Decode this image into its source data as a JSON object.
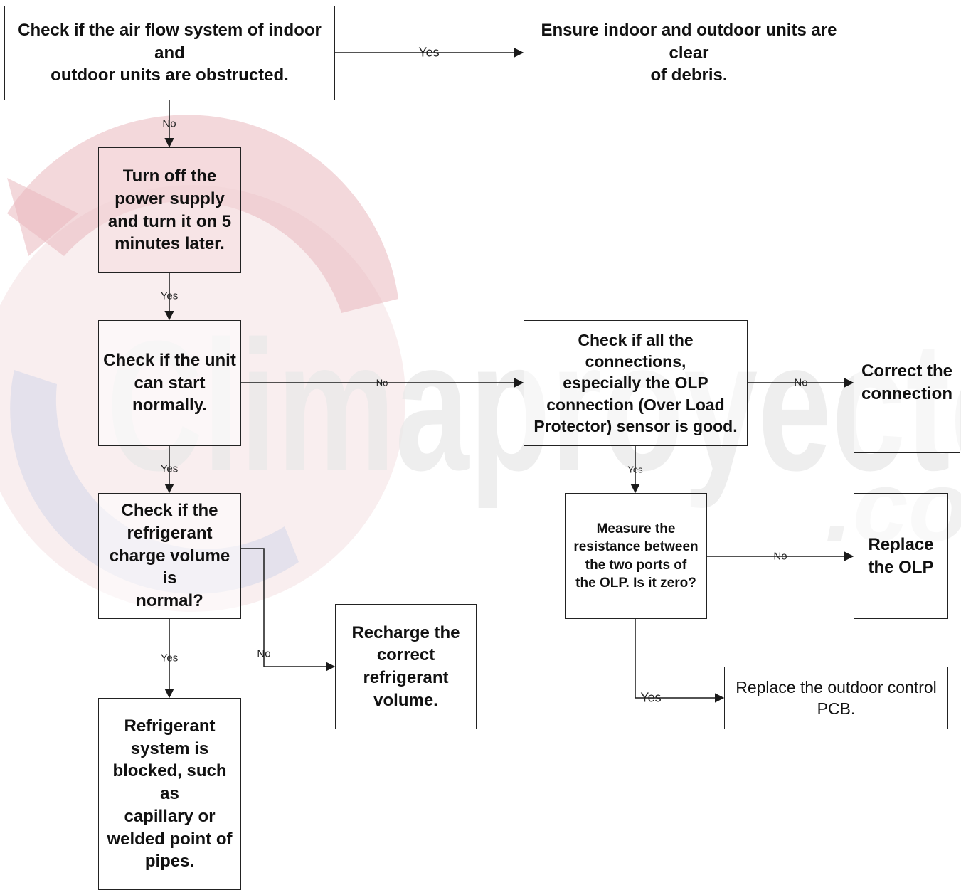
{
  "watermark": {
    "text": "Climaproyecto",
    "suffix": ".co"
  },
  "nodes": {
    "check_airflow": "Check if the air flow system of indoor and\noutdoor units are obstructed.",
    "clear_debris": "Ensure indoor and outdoor units are clear\nof debris.",
    "power_cycle": "Turn off the\npower supply\nand turn it on 5\nminutes later.",
    "check_start": "Check if the unit\ncan start\nnormally.",
    "check_connections": "Check if all the connections,\nespecially the OLP\nconnection (Over Load\nProtector) sensor is good.",
    "correct_connection": "Correct the\nconnection",
    "check_refrigerant": "Check if the\nrefrigerant\ncharge volume is\nnormal?",
    "recharge": "Recharge the\ncorrect\nrefrigerant\nvolume.",
    "measure_olp": "Measure the\nresistance between\nthe two ports of\nthe OLP. Is it zero?",
    "replace_olp": "Replace\nthe OLP",
    "replace_pcb": "Replace the outdoor control\nPCB.",
    "blocked": "Refrigerant\nsystem is\nblocked, such as\ncapillary or\nwelded point of\npipes."
  },
  "edge_labels": {
    "airflow_yes": "Yes",
    "airflow_no": "No",
    "power_yes": "Yes",
    "start_no": "No",
    "start_yes": "Yes",
    "connections_no": "No",
    "connections_yes": "Yes",
    "refrigerant_no": "No",
    "refrigerant_yes": "Yes",
    "measure_no": "No",
    "measure_yes": "Yes"
  },
  "colors": {
    "line": "#1a1a1a",
    "watermark_red": "#e8a8ad",
    "watermark_blue": "#c7cbe0",
    "watermark_gray": "#e6e6e6"
  }
}
